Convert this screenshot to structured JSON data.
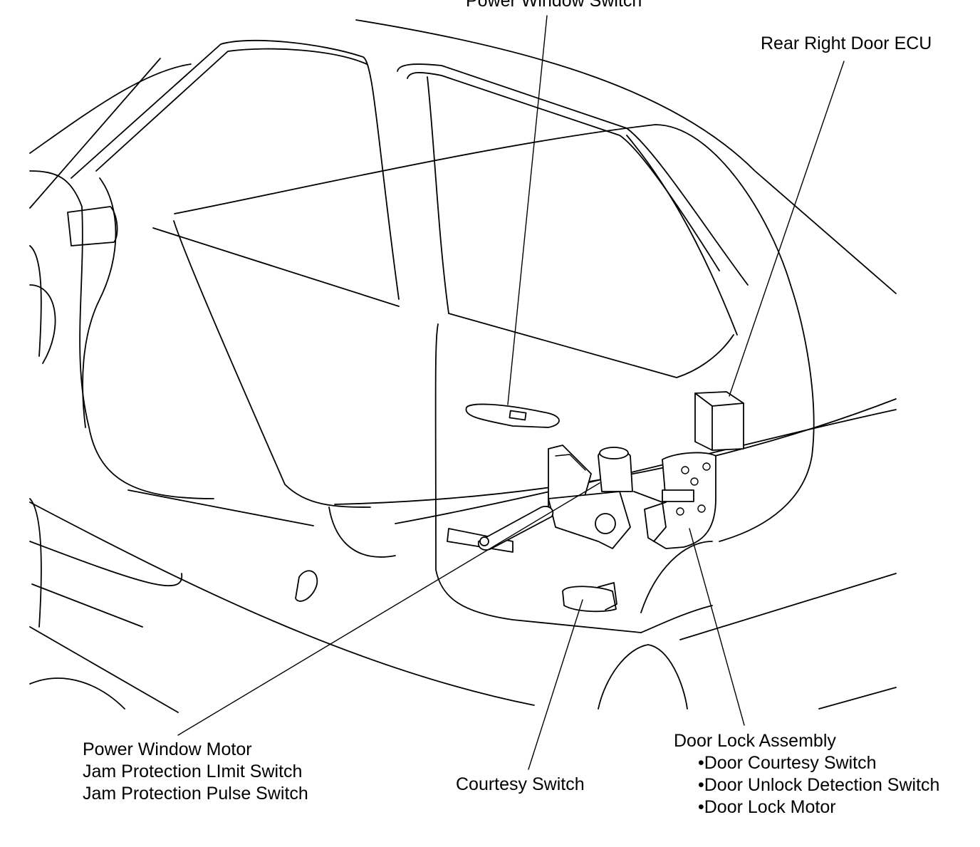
{
  "labels": {
    "power_window_switch": "Power Window Switch",
    "rear_right_door_ecu": "Rear Right Door ECU",
    "power_window_motor_group": [
      "Power Window Motor",
      "Jam Protection LImit Switch",
      "Jam Protection Pulse Switch"
    ],
    "courtesy_switch": "Courtesy Switch",
    "door_lock_assembly": {
      "title": "Door Lock Assembly",
      "items": [
        "•Door Courtesy Switch",
        "•Door Unlock Detection Switch",
        "•Door Lock Motor"
      ]
    }
  },
  "colors": {
    "line": "#000000",
    "background": "#ffffff"
  }
}
